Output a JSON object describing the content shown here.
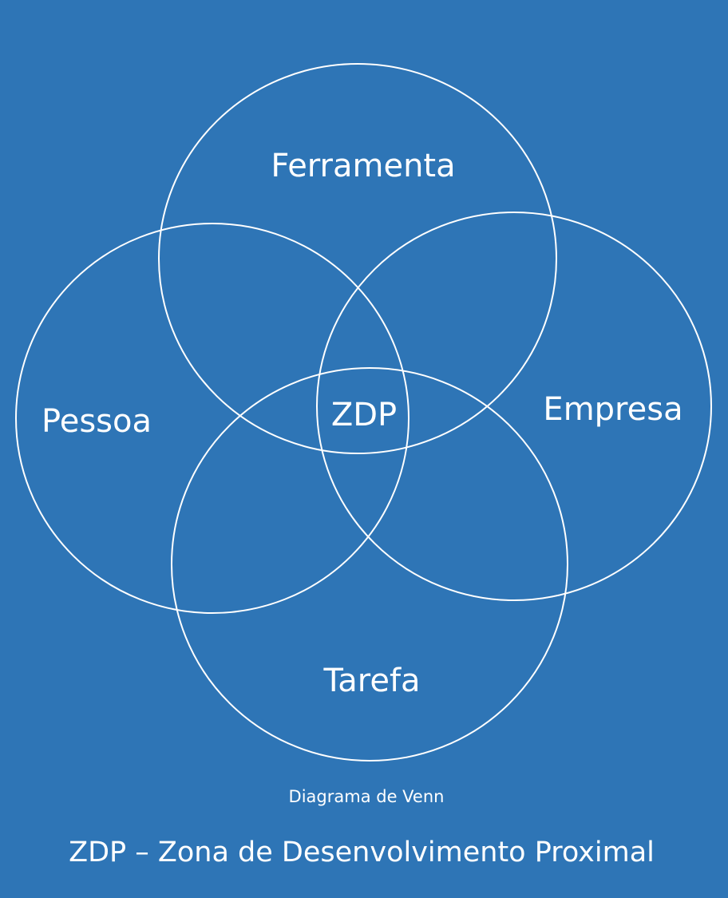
{
  "diagram": {
    "background_color": "#2E75B6",
    "stroke_color": "#FFFFFF",
    "sets": [
      {
        "id": "ferramenta",
        "label": "Ferramenta"
      },
      {
        "id": "pessoa",
        "label": "Pessoa"
      },
      {
        "id": "empresa",
        "label": "Empresa"
      },
      {
        "id": "tarefa",
        "label": "Tarefa"
      }
    ],
    "center_label": "ZDP",
    "caption": "Diagrama de Venn",
    "title": "ZDP – Zona de Desenvolvimento Proximal"
  }
}
